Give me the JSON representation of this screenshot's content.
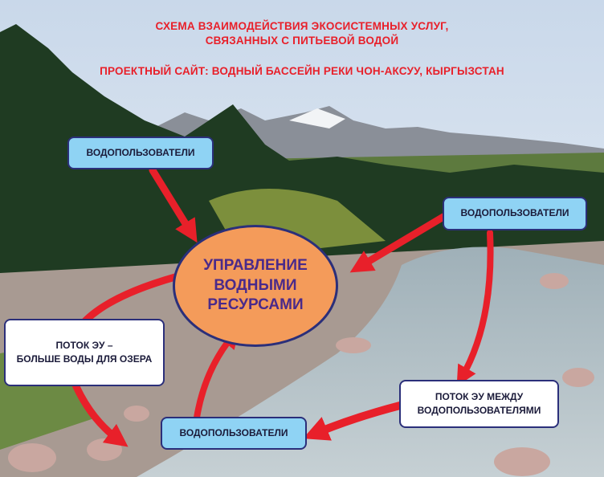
{
  "title": {
    "line1": "СХЕМА ВЗАИМОДЕЙСТВИЯ ЭКОСИСТЕМНЫХ УСЛУГ,",
    "line2": "СВЯЗАННЫХ С ПИТЬЕВОЙ ВОДОЙ",
    "line3": "ПРОЕКТНЫЙ САЙТ: ВОДНЫЙ БАССЕЙН РЕКИ ЧОН-АКСУУ, КЫРГЫЗСТАН"
  },
  "center": {
    "line1": "УПРАВЛЕНИЕ",
    "line2": "ВОДНЫМИ",
    "line3": "РЕСУРСАМИ"
  },
  "nodes": {
    "users_top_left": "ВОДОПОЛЬЗОВАТЕЛИ",
    "users_right": "ВОДОПОЛЬЗОВАТЕЛИ",
    "users_bottom": "ВОДОПОЛЬЗОВАТЕЛИ",
    "flow_lake_line1": "ПОТОК ЭУ –",
    "flow_lake_line2": "БОЛЬШЕ ВОДЫ ДЛЯ ОЗЕРА",
    "flow_users_line1": "ПОТОК ЭУ МЕЖДУ",
    "flow_users_line2": "ВОДОПОЛЬЗОВАТЕЛЯМИ"
  },
  "colors": {
    "title": "#e8202a",
    "arrow": "#e8202a",
    "box_blue": "#8fd3f4",
    "ellipse": "#f49b5a",
    "border": "#2b2f7a"
  }
}
